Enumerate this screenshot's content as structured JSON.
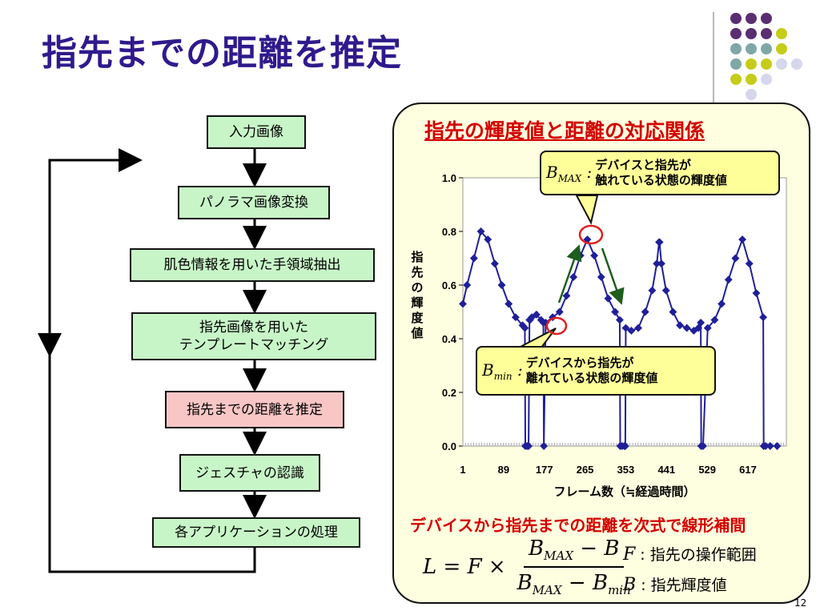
{
  "slide": {
    "title": "指先までの距離を推定",
    "page_number": "12"
  },
  "flowchart": {
    "steps": [
      "入力画像",
      "パノラマ画像変換",
      "肌色情報を用いた手領域抽出",
      "指先画像を用いた\nテンプレートマッチング",
      "指先までの距離を推定",
      "ジェスチャの認識",
      "各アプリケーションの処理"
    ]
  },
  "panel": {
    "title": "指先の輝度値と距離の対応関係",
    "callout_max": {
      "symbol": "B",
      "subscript": "MAX",
      "text": "デバイスと指先が\n触れている状態の輝度値"
    },
    "callout_min": {
      "symbol": "B",
      "subscript": "min",
      "text": "デバイスから指先が\n離れている状態の輝度値"
    },
    "formula_heading": "デバイスから指先までの距離を次式で線形補間",
    "formula": {
      "lhs": "L = F ×",
      "num_main": "B",
      "num_sub": "MAX",
      "num_tail": " − B",
      "den_main": "B",
      "den_sub": "MAX",
      "den_mid": " − B",
      "den_sub2": "min"
    },
    "def_f": {
      "var": "F",
      "text": "指先の操作範囲"
    },
    "def_b": {
      "var": "B",
      "text": "指先輝度値"
    }
  },
  "colors": {
    "title": "#2f1a8c",
    "accent_red": "#d40000",
    "series": "#1f1f99",
    "box_green": "#c8f5c8",
    "box_pink": "#f9c6c6"
  },
  "chart_data": {
    "type": "line",
    "xlabel": "フレーム数（≒経過時間）",
    "ylabel": "指先の輝度値",
    "x_ticks": [
      "1",
      "89",
      "177",
      "265",
      "353",
      "441",
      "529",
      "617"
    ],
    "y_ticks": [
      "0.0",
      "0.2",
      "0.4",
      "0.6",
      "0.8",
      "1.0"
    ],
    "xlim": [
      1,
      700
    ],
    "ylim": [
      0,
      1.0
    ],
    "series": [
      {
        "x": [
          1,
          10,
          25,
          40,
          55,
          70,
          85,
          100,
          115,
          130,
          135,
          136,
          140,
          143,
          145,
          146,
          150,
          160,
          170,
          175,
          176,
          180,
          195,
          210,
          225,
          240,
          255,
          270,
          285,
          300,
          315,
          330,
          340,
          341,
          345,
          350,
          352,
          353,
          365,
          380,
          395,
          410,
          420,
          425,
          426,
          430,
          440,
          455,
          470,
          485,
          500,
          510,
          515,
          516,
          520,
          530,
          545,
          560,
          575,
          590,
          605,
          620,
          635,
          650,
          651,
          655,
          665,
          680
        ],
        "y": [
          0.53,
          0.6,
          0.7,
          0.8,
          0.77,
          0.68,
          0.6,
          0.53,
          0.48,
          0.45,
          0.44,
          0.0,
          0.0,
          0.0,
          0.47,
          0.47,
          0.48,
          0.49,
          0.47,
          0.46,
          0.0,
          0.46,
          0.48,
          0.5,
          0.56,
          0.63,
          0.71,
          0.77,
          0.71,
          0.63,
          0.55,
          0.5,
          0.47,
          0.0,
          0.0,
          0.0,
          0.0,
          0.44,
          0.43,
          0.44,
          0.5,
          0.58,
          0.68,
          0.76,
          0.76,
          0.68,
          0.58,
          0.5,
          0.45,
          0.44,
          0.43,
          0.44,
          0.46,
          0.0,
          0.0,
          0.44,
          0.47,
          0.53,
          0.62,
          0.7,
          0.77,
          0.68,
          0.57,
          0.48,
          0.0,
          0.0,
          0.0,
          0.0
        ]
      }
    ]
  }
}
